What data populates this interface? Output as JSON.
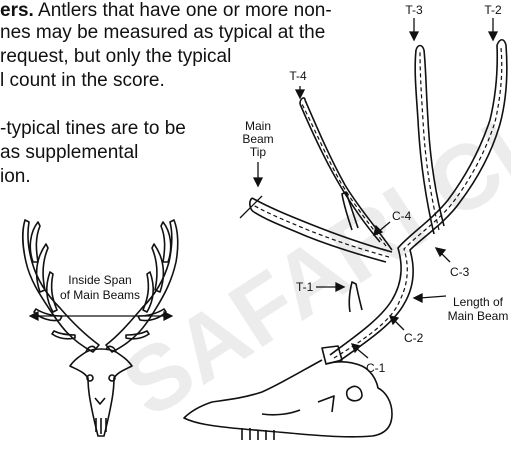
{
  "paragraph": {
    "line1_bold": "ers.",
    "line1_rest": " Antlers that have one or more non-",
    "line2": "nes may be measured as typical at the",
    "line3": "request, but only the typical",
    "line4": "l count in the score.",
    "line5": "-typical tines are to be",
    "line6": " as supplemental",
    "line7": "ion."
  },
  "labels": {
    "t1": "T-1",
    "t2": "T-2",
    "t3": "T-3",
    "t4": "T-4",
    "c1": "C-1",
    "c2": "C-2",
    "c3": "C-3",
    "c4": "C-4",
    "main_beam_tip": [
      "Main",
      "Beam",
      "Tip"
    ],
    "length_of_main_beam": [
      "Length of",
      "Main Beam"
    ],
    "inside_span": [
      "Inside Span",
      "of Main Beams"
    ]
  },
  "watermark": "SAFARI CLUB",
  "colors": {
    "line": "#111111",
    "watermark": "#ececec"
  }
}
